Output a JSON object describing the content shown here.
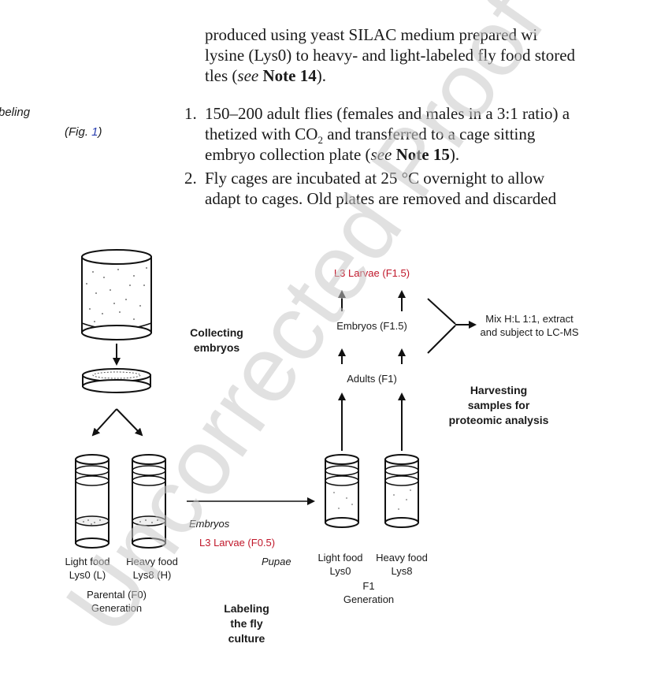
{
  "text_lines": {
    "cont_line1": "produced using yeast SILAC medium prepared wi",
    "cont_line2": "lysine (Lys0) to heavy- and light-labeled fly food stored",
    "cont_line3_pre": "tles (",
    "cont_line3_see": "see",
    "cont_line3_note": " Note 14",
    "cont_line3_post": ").",
    "item1_num": "1.",
    "item1_line1": "150–200 adult flies (females and males in a 3:1 ratio) a",
    "item1_line2_pre": "thetized with CO",
    "item1_line2_sub": "2",
    "item1_line2_post": " and transferred to a cage sitting",
    "item1_line3_pre": "embryo collection plate (",
    "item1_line3_see": "see",
    "item1_line3_note": " Note 15",
    "item1_line3_post": ").",
    "item2_num": "2.",
    "item2_line1": "Fly cages are incubated at 25 °C overnight to allow",
    "item2_line2": "adapt to cages. Old plates are removed and discarded"
  },
  "sidebar": {
    "line1": "beling",
    "line2_pre": "(Fig. ",
    "line2_num": "1",
    "line2_post": ")"
  },
  "figure": {
    "collecting_line1": "Collecting",
    "collecting_line2": "embryos",
    "light_food": "Light food",
    "lys0_l": "Lys0 (L)",
    "heavy_food": "Heavy food",
    "lys8_h": "Lys8 (H)",
    "parental": "Parental (F0)",
    "generation": "Generation",
    "embryos_ital": "Embryos",
    "l3_f05": "L3 Larvae (F0.5)",
    "pupae": "Pupae",
    "labeling_line1": "Labeling",
    "labeling_line2": "the fly",
    "labeling_line3": "culture",
    "f1_light_food": "Light food",
    "f1_lys0": "Lys0",
    "f1_heavy_food": "Heavy food",
    "f1_lys8": "Lys8",
    "f1": "F1",
    "f1_generation": "Generation",
    "adults_f1": "Adults (F1)",
    "embryos_f15": "Embryos (F1.5)",
    "l3_f15": "L3 Larvae (F1.5)",
    "mix_line1": "Mix H:L 1:1, extract",
    "mix_line2": "and subject to LC-MS",
    "harvest_line1": "Harvesting",
    "harvest_line2": "samples for",
    "harvest_line3": "proteomic analysis"
  },
  "watermark": "Uncorrected Proof",
  "colors": {
    "red_label": "#c0172a",
    "figure_link": "#2a3fb0",
    "watermark": "#d6d6d6"
  }
}
